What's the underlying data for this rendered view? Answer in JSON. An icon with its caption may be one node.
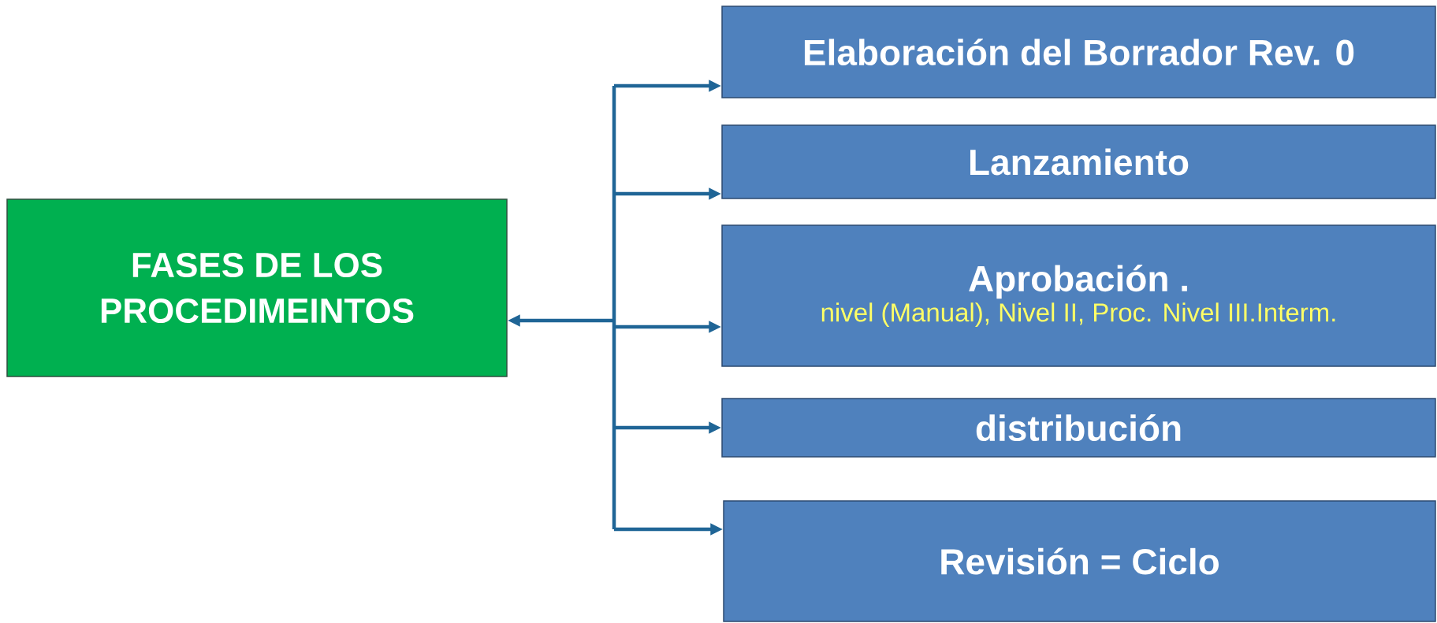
{
  "diagram": {
    "nodes": [
      {
        "text": [
          "FASES DE LOS PROCEDIMEINTOS"
        ]
      },
      {
        "text": [
          "Elaboración del Borrador  Rev. 0"
        ]
      },
      {
        "text": [
          "Lanzamiento"
        ]
      },
      {
        "text": [
          "Aprobación .",
          "nivel (Manual), Nivel II, Proc. Nivel III.Interm."
        ]
      },
      {
        "text": [
          "distribución"
        ]
      },
      {
        "text": [
          "Revisión = Ciclo"
        ]
      }
    ],
    "edges": [
      {
        "from": 0,
        "to": 1,
        "arrow": "both"
      },
      {
        "from": 0,
        "to": 2,
        "arrow": "both"
      },
      {
        "from": 0,
        "to": 3,
        "arrow": "both"
      },
      {
        "from": 0,
        "to": 4,
        "arrow": "both"
      },
      {
        "from": 0,
        "to": 5,
        "arrow": "both"
      }
    ]
  }
}
